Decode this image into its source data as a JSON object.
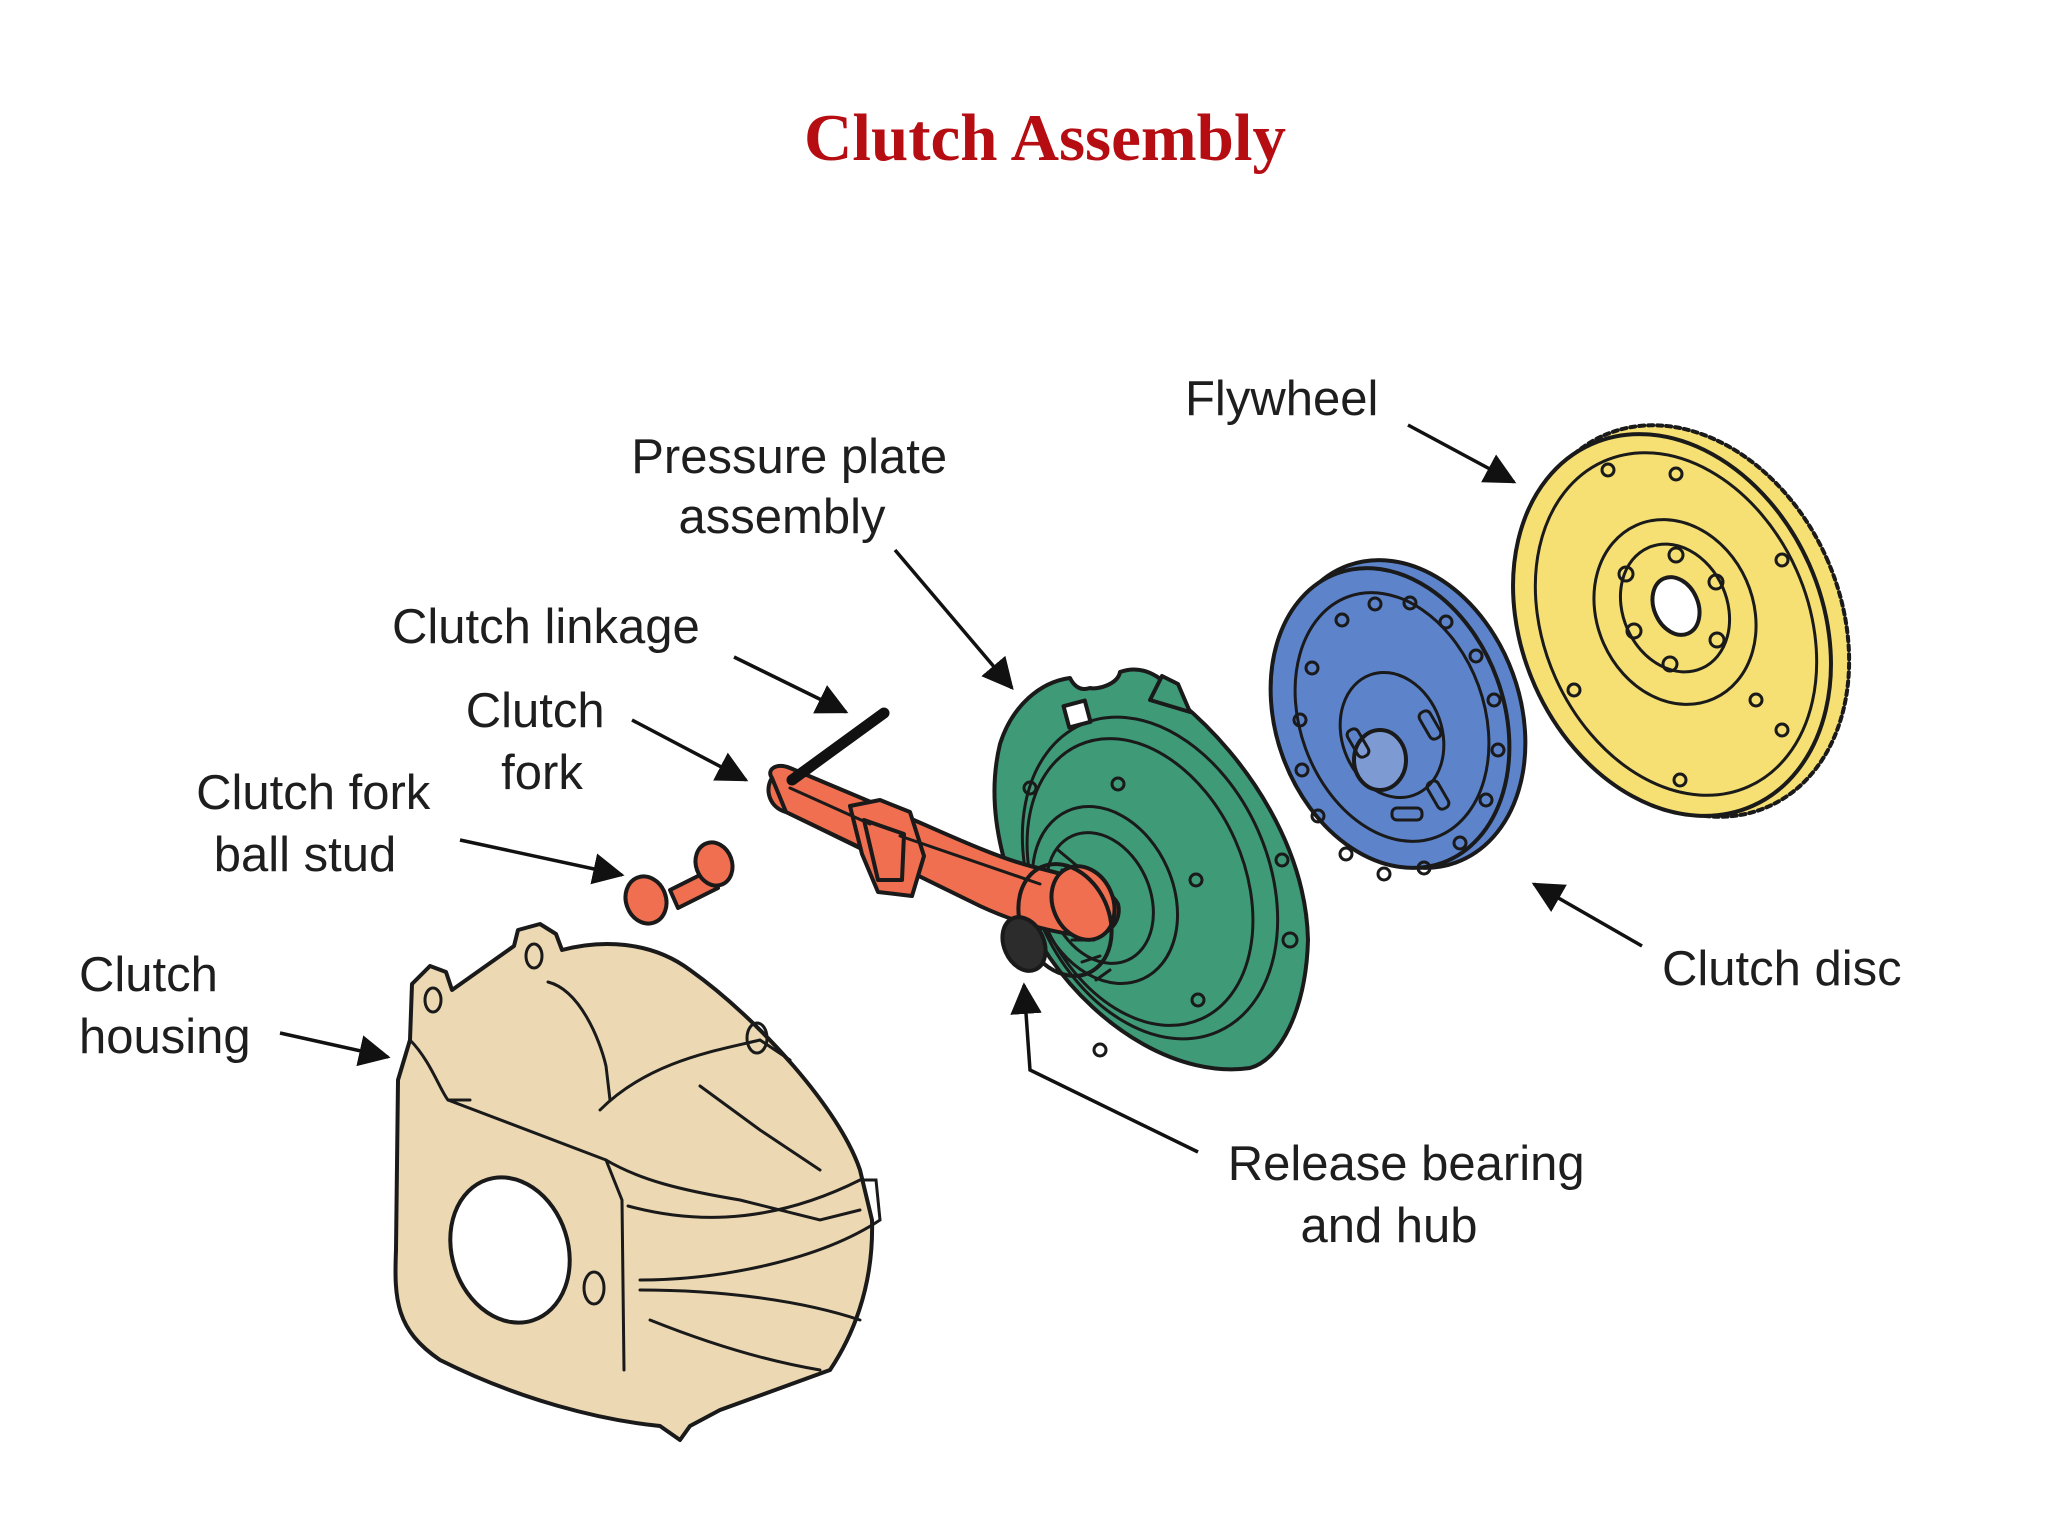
{
  "title": "Clutch Assembly",
  "colors": {
    "title": "#b50d12",
    "clutch_housing": "#ecd9b4",
    "clutch_fork": "#ef6f50",
    "ball_stud": "#ef6f50",
    "pressure_plate": "#3f9a78",
    "clutch_disc": "#5d84cb",
    "flywheel": "#f6e074",
    "outline": "#1a1a1a"
  },
  "labels": {
    "flywheel": [
      "Flywheel"
    ],
    "pressure_plate": [
      "Pressure plate",
      "assembly"
    ],
    "clutch_linkage": [
      "Clutch linkage"
    ],
    "clutch_fork": [
      "Clutch",
      "fork"
    ],
    "ball_stud": [
      "Clutch fork",
      "ball stud"
    ],
    "clutch_housing": [
      "Clutch",
      "housing"
    ],
    "clutch_disc": [
      "Clutch disc"
    ],
    "release_bearing": [
      "Release bearing",
      "and hub"
    ]
  }
}
